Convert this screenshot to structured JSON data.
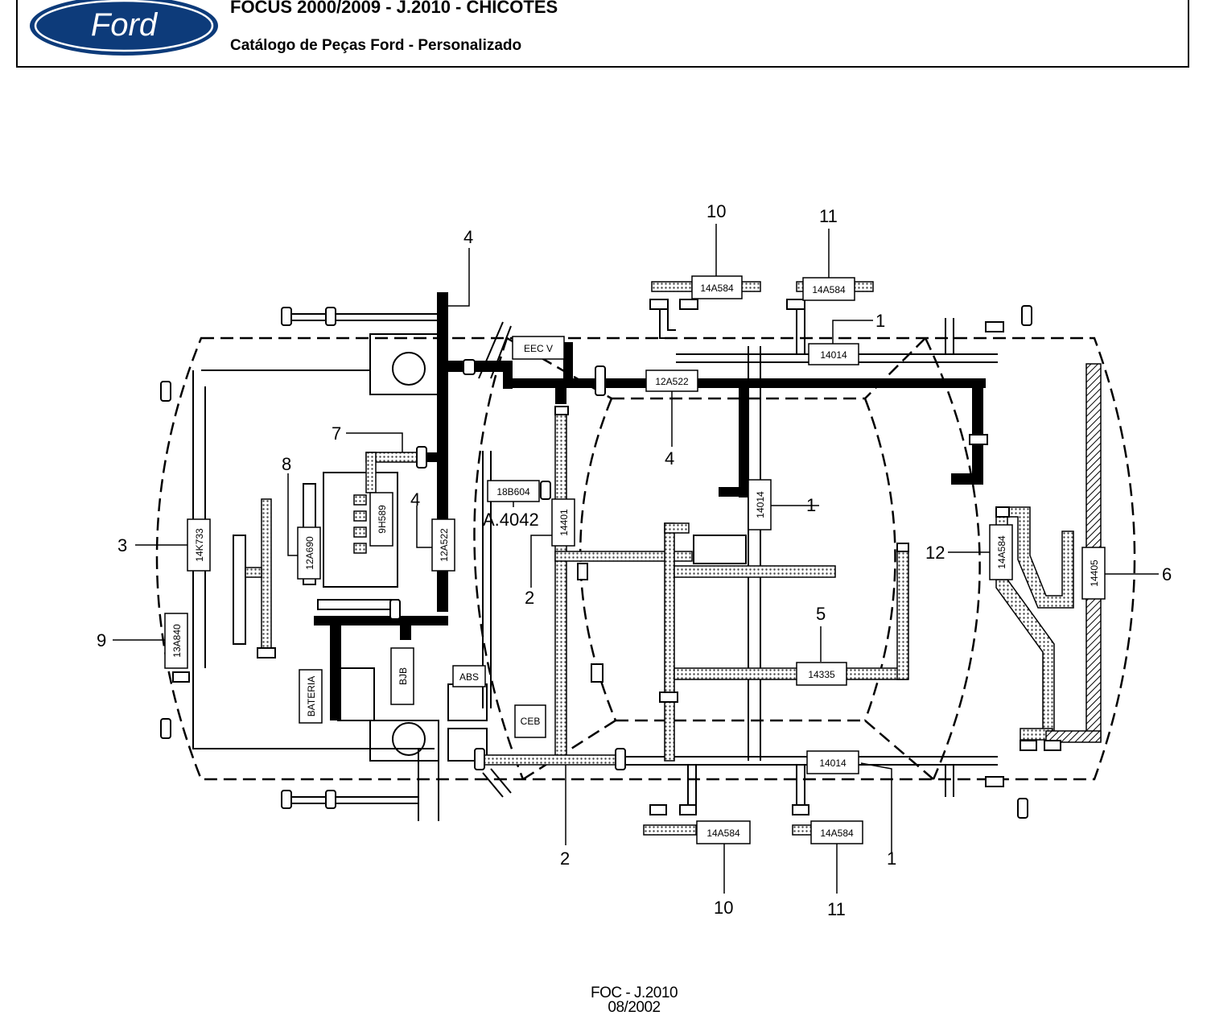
{
  "header": {
    "brand": "Ford",
    "title": "FOCUS 2000/2009 - J.2010 - CHICOTES",
    "subtitle": "Catálogo de Peças Ford - Personalizado"
  },
  "diagram": {
    "callouts": {
      "c1_top": "1",
      "c1_mid": "1",
      "c1_bottom": "1",
      "c2_mid": "2",
      "c2_bottom": "2",
      "c3": "3",
      "c4_top": "4",
      "c4_left": "4",
      "c4_center": "4",
      "c5": "5",
      "c6": "6",
      "c7": "7",
      "c8": "8",
      "c9": "9",
      "c10_top": "10",
      "c10_bottom": "10",
      "c11_top": "11",
      "c11_bottom": "11",
      "c12": "12"
    },
    "parts": {
      "p14A584_t1": "14A584",
      "p14A584_t2": "14A584",
      "p14A584_b1": "14A584",
      "p14A584_b2": "14A584",
      "p14A584_r": "14A584",
      "p14014_top": "14014",
      "p14014_mid": "14014",
      "p14014_bottom": "14014",
      "eecv": "EEC V",
      "p12A522_top": "12A522",
      "p12A522_left": "12A522",
      "p18B604": "18B604",
      "a4042": "A.4042",
      "p14401": "14401",
      "p9H589": "9H589",
      "p12A690": "12A690",
      "p14K733": "14K733",
      "p13A840": "13A840",
      "bateria": "BATERIA",
      "bjb": "BJB",
      "abs": "ABS",
      "ceb": "CEB",
      "p14335": "14335",
      "p14405": "14405"
    }
  },
  "footer": {
    "line1": "FOC - J.2010",
    "line2": "08/2002"
  }
}
